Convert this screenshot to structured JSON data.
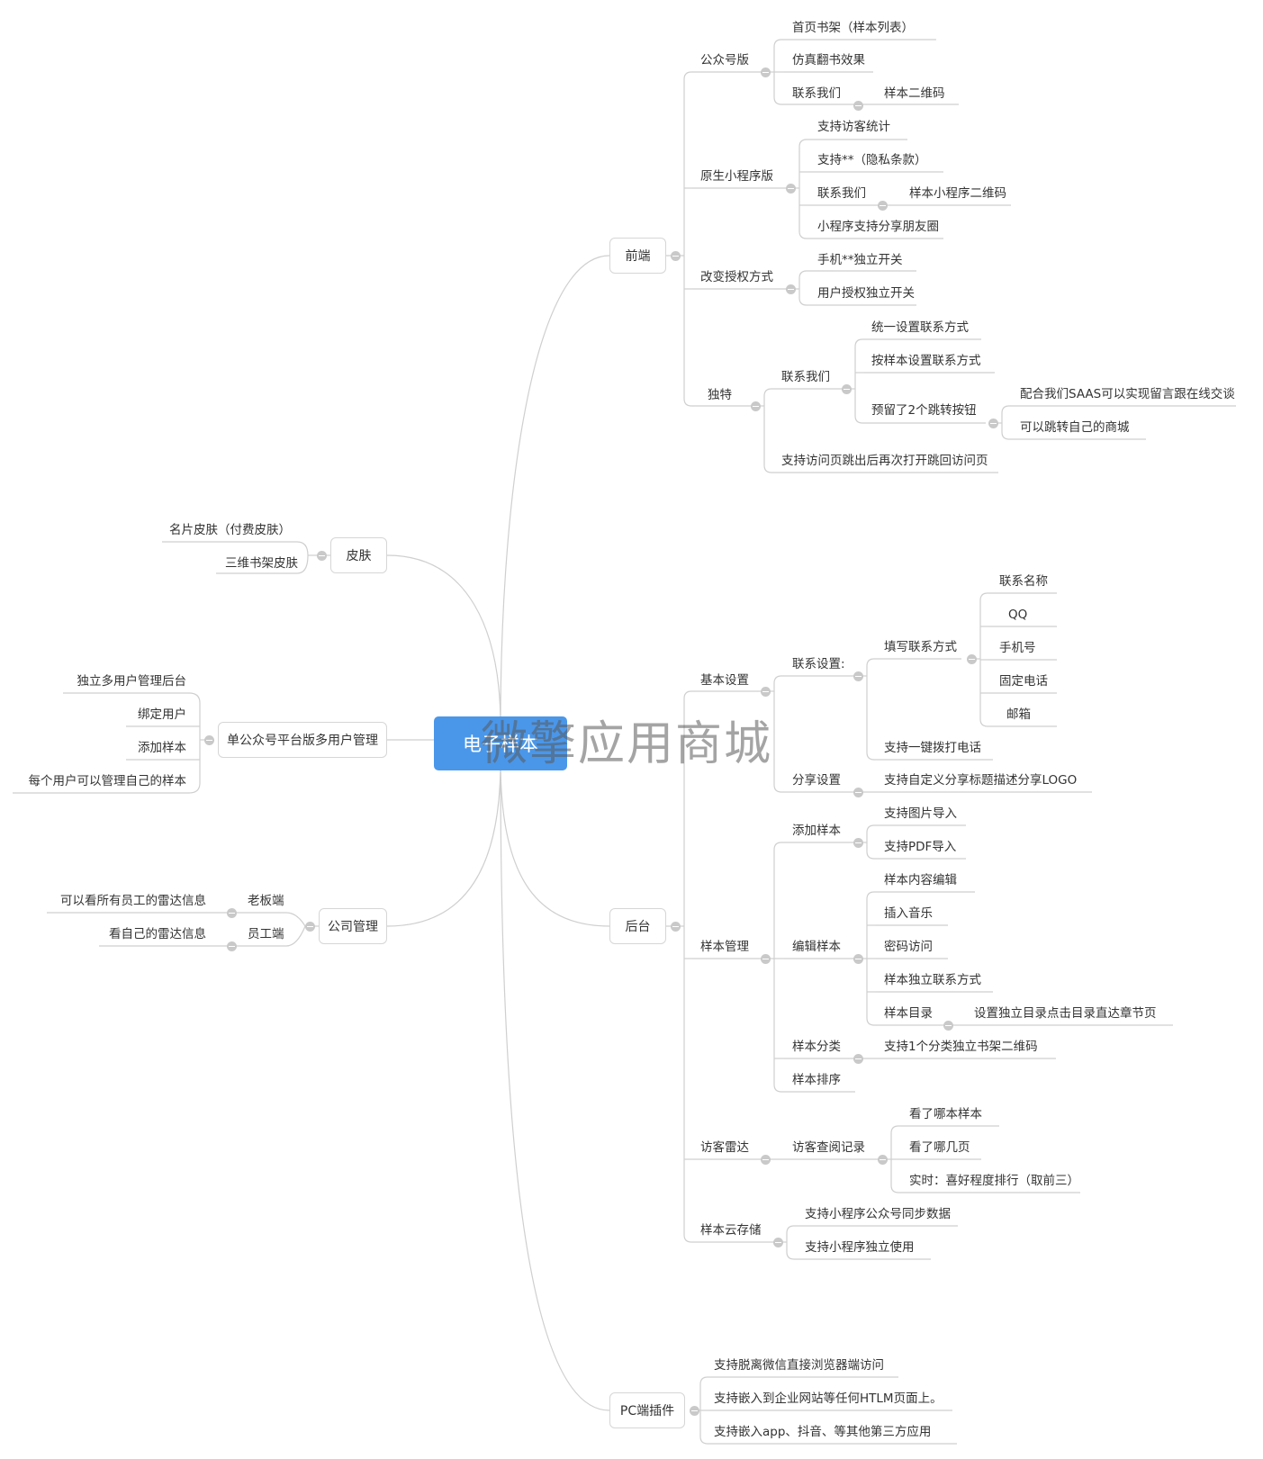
{
  "root": "电子样本",
  "watermark": "微擎应用商城",
  "right": {
    "frontend": {
      "label": "前端",
      "gzh": {
        "label": "公众号版",
        "items": [
          "首页书架（样本列表）",
          "仿真翻书效果",
          "联系我们"
        ],
        "contact_child": "样本二维码"
      },
      "miniprogram": {
        "label": "原生小程序版",
        "items": [
          "支持访客统计",
          "支持**（隐私条款）",
          "联系我们",
          "小程序支持分享朋友圈"
        ],
        "contact_child": "样本小程序二维码"
      },
      "auth": {
        "label": "改变授权方式",
        "items": [
          "手机**独立开关",
          "用户授权独立开关"
        ]
      },
      "unique": {
        "label": "独特",
        "contact": "联系我们",
        "contact_items": [
          "统一设置联系方式",
          "按样本设置联系方式",
          "预留了2个跳转按钮"
        ],
        "jump_items": [
          "配合我们SAAS可以实现留言跟在线交谈",
          "可以跳转自己的商城"
        ],
        "visit": "支持访问页跳出后再次打开跳回访问页"
      }
    },
    "backend": {
      "label": "后台",
      "basic": {
        "label": "基本设置",
        "contact_settings": "联系设置:",
        "fill_contact": "填写联系方式",
        "contact_fields": [
          "联系名称",
          "QQ",
          "手机号",
          "固定电话",
          "邮箱"
        ],
        "one_click": "支持一键拨打电话",
        "share": "分享设置",
        "share_item": "支持自定义分享标题描述分享LOGO"
      },
      "sample_mgmt": {
        "label": "样本管理",
        "add": "添加样本",
        "add_items": [
          "支持图片导入",
          "支持PDF导入"
        ],
        "edit": "编辑样本",
        "edit_items": [
          "样本内容编辑",
          "插入音乐",
          "密码访问",
          "样本独立联系方式",
          "样本目录"
        ],
        "catalog_child": "设置独立目录点击目录直达章节页",
        "category": "样本分类",
        "category_item": "支持1个分类独立书架二维码",
        "sort": "样本排序"
      },
      "radar": {
        "label": "访客雷达",
        "record": "访客查阅记录",
        "items": [
          "看了哪本样本",
          "看了哪几页",
          "实时：喜好程度排行（取前三）"
        ]
      },
      "cloud": {
        "label": "样本云存储",
        "items": [
          "支持小程序公众号同步数据",
          "支持小程序独立使用"
        ]
      }
    },
    "pc": {
      "label": "PC端插件",
      "items": [
        "支持脱离微信直接浏览器端访问",
        "支持嵌入到企业网站等任何HTLM页面上。",
        "支持嵌入app、抖音、等其他第三方应用"
      ]
    }
  },
  "left": {
    "skin": {
      "label": "皮肤",
      "items": [
        "名片皮肤（付费皮肤）",
        "三维书架皮肤"
      ]
    },
    "multiuser": {
      "label": "单公众号平台版多用户管理",
      "items": [
        "独立多用户管理后台",
        "绑定用户",
        "添加样本",
        "每个用户可以管理自己的样本"
      ]
    },
    "company": {
      "label": "公司管理",
      "boss": "老板端",
      "boss_item": "可以看所有员工的雷达信息",
      "staff": "员工端",
      "staff_item": "看自己的雷达信息"
    }
  }
}
